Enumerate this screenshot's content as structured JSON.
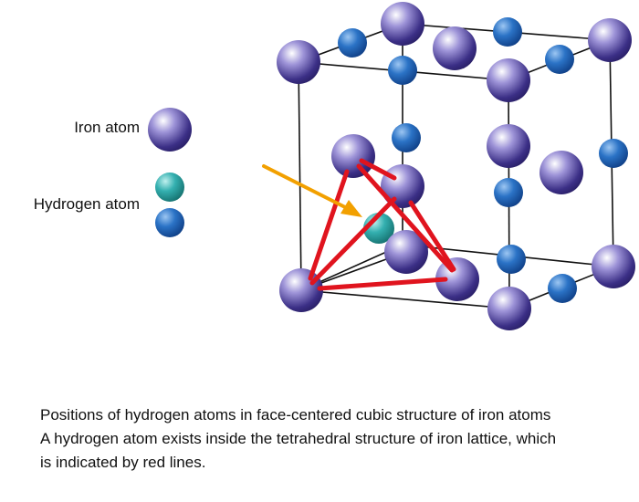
{
  "legend": {
    "iron_label": "Iron atom",
    "hydrogen_label": "Hydrogen atom"
  },
  "caption": {
    "line1": "Positions of hydrogen atoms in face-centered cubic structure of iron atoms",
    "line2": "A hydrogen atom exists inside the tetrahedral structure of iron lattice, which",
    "line3": "is indicated by red lines."
  },
  "colors": {
    "iron": "#4a3f9a",
    "hydrogen_interstitial": "#2a9fa0",
    "hydrogen_octahedral": "#1f5fb0",
    "tetrahedron_edges": "#e0141e",
    "arrow": "#f2a000",
    "cube_edges": "#111111"
  }
}
